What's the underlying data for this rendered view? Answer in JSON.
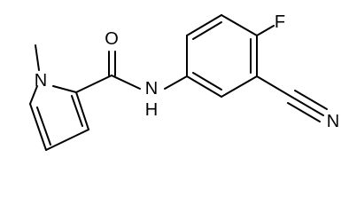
{
  "molecule": {
    "atoms": {
      "n_amide": "N",
      "h_amide": "H",
      "o_carbonyl": "O",
      "n_pyrrole": "N",
      "f_fluoro": "F",
      "n_nitrile": "N"
    }
  }
}
